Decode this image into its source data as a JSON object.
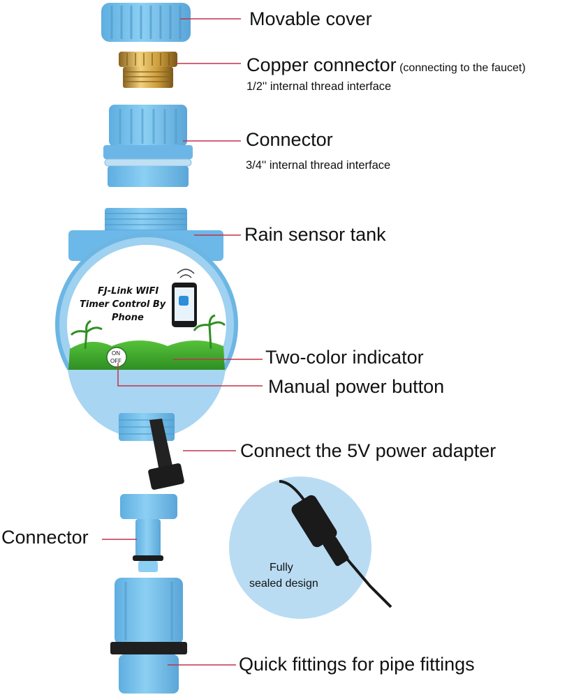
{
  "labels": {
    "movable_cover": "Movable cover",
    "copper_connector": "Copper connector",
    "copper_connector_note": "(connecting to the faucet)",
    "copper_thread": "1/2'' internal thread interface",
    "connector_top": "Connector",
    "connector_thread": "3/4'' internal thread interface",
    "rain_sensor": "Rain sensor tank",
    "two_color": "Two-color indicator",
    "manual_power": "Manual power button",
    "power_adapter": "Connect the 5V power adapter",
    "connector_bottom": "Connector",
    "quick_fittings": "Quick fittings for pipe fittings"
  },
  "face": {
    "line1": "FJ-Link WIFI",
    "line2": "Timer Control By",
    "line3": "Phone",
    "on": "ON",
    "off": "OFF"
  },
  "inset": {
    "line1": "Fully",
    "line2": "sealed design"
  },
  "colors": {
    "body_blue": "#7ec3ec",
    "dark_blue": "#5aa9db",
    "leader": "#c0334a",
    "brass": "#c89a3a",
    "grass": "#3fae2f",
    "inset_bg": "#b9dcf3"
  }
}
